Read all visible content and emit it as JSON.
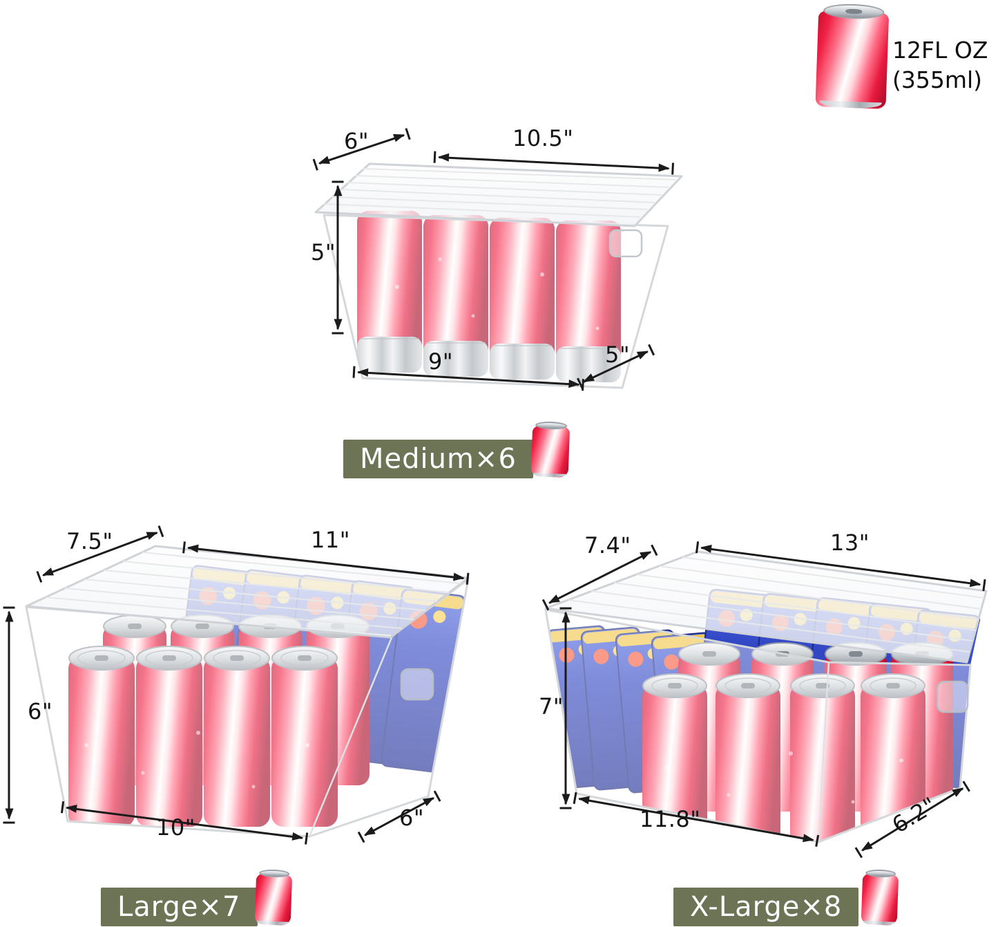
{
  "reference_can": {
    "volume_line1": "12FL OZ",
    "volume_line2": "(355ml)",
    "icon": "soda-can-icon"
  },
  "bins": {
    "medium": {
      "label": "Medium×6",
      "dims": {
        "lid_depth": "6\"",
        "lid_width": "10.5\"",
        "height": "5\"",
        "base_width": "9\"",
        "base_depth": "5\""
      }
    },
    "large": {
      "label": "Large×7",
      "dims": {
        "lid_depth": "7.5\"",
        "lid_width": "11\"",
        "height": "6\"",
        "base_width": "10\"",
        "base_depth": "6\""
      }
    },
    "xlarge": {
      "label": "X-Large×8",
      "dims": {
        "lid_depth": "7.4\"",
        "lid_width": "13\"",
        "height": "7\"",
        "base_width": "11.8\"",
        "base_depth": "6.2\""
      }
    }
  },
  "icons": {
    "soda_can": "css-shape red can with silver lid",
    "snack_packet": "blue pouch shape",
    "storage_bin": "clear plastic bin with lid"
  },
  "colors": {
    "badge_background": "#6d7456",
    "badge_text": "#ffffff",
    "dimension_lines": "#1b1b1b",
    "can_red": "#e71a3e",
    "packet_blue": "#3247c4",
    "bin_outline": "#d5d8db",
    "background": "#ffffff"
  }
}
